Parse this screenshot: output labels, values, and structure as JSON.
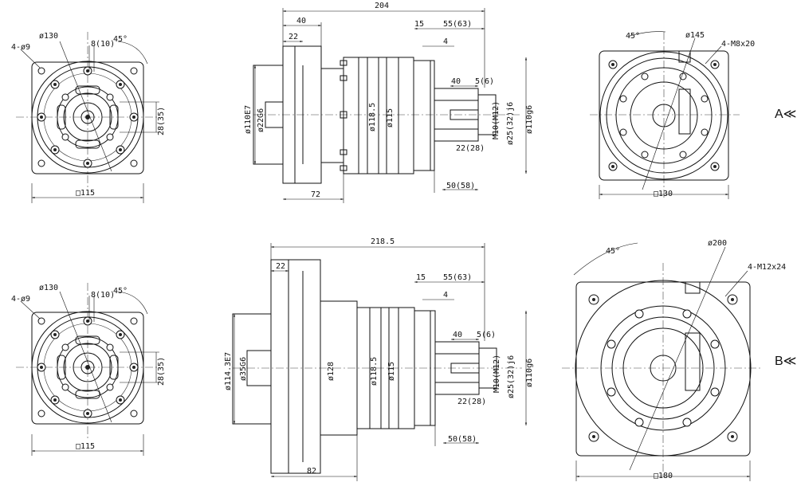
{
  "top": {
    "front_left": {
      "holes": "4-ø9",
      "pcd": "ø130",
      "keyway": "8(10)",
      "angle": "45°",
      "shaft_height": "28(35)",
      "square": "□115"
    },
    "side": {
      "total_length": "204",
      "flange_width": "40",
      "pilot_depth": "22",
      "body_length": "72",
      "pilot_dia": "ø110E7",
      "bore_dia": "ø22G6",
      "body_dia_1": "ø118.5",
      "body_dia_2": "ø115",
      "flange_thk": "15",
      "shaft_len": "55(63)",
      "shoulder": "4",
      "key_len": "40",
      "key_offset": "5(6)",
      "tap": "M10(M12)",
      "shaft_dia": "ø25(32)j6",
      "spigot": "ø110g6",
      "key_height": "22(28)",
      "shaft_total": "50(58)"
    },
    "front_right": {
      "angle": "45°",
      "pcd": "ø145",
      "tap_holes": "4-M8x20",
      "square": "□130"
    },
    "label": "A≪"
  },
  "bottom": {
    "front_left": {
      "holes": "4-ø9",
      "pcd": "ø130",
      "keyway": "8(10)",
      "angle": "45°",
      "shaft_height": "28(35)",
      "square": "□115"
    },
    "side": {
      "total_length": "218.5",
      "pilot_depth": "22",
      "body_length": "82",
      "pilot_dia": "ø114.3E7",
      "bore_dia": "ø35G6",
      "body_dia_0": "ø128",
      "body_dia_1": "ø118.5",
      "body_dia_2": "ø115",
      "flange_thk": "15",
      "shaft_len": "55(63)",
      "shoulder": "4",
      "key_len": "40",
      "key_offset": "5(6)",
      "tap": "M10(M12)",
      "shaft_dia": "ø25(32)j6",
      "spigot": "ø110g6",
      "key_height": "22(28)",
      "shaft_total": "50(58)"
    },
    "front_right": {
      "angle": "45°",
      "pcd": "ø200",
      "tap_holes": "4-M12x24",
      "square": "□180"
    },
    "label": "B≪"
  }
}
